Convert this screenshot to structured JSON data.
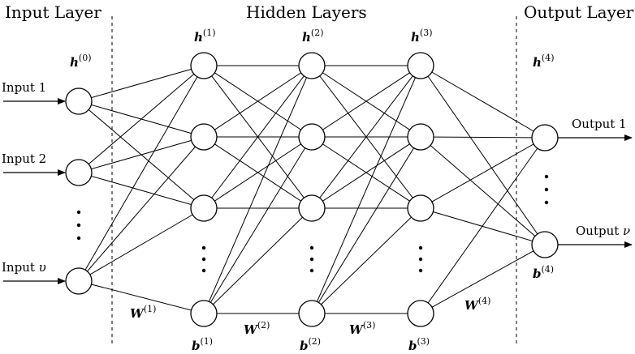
{
  "headers": {
    "input_layer": "Input Layer",
    "hidden_layers": "Hidden Layers",
    "output_layer": "Output Layer"
  },
  "inputs": [
    {
      "label": "Input 1",
      "sub": ""
    },
    {
      "label": "Input 2",
      "sub": ""
    },
    {
      "label": "Input ",
      "sub": "υ"
    }
  ],
  "outputs": [
    {
      "label": "Output 1",
      "sub": ""
    },
    {
      "label": "Output ",
      "sub": "ν"
    }
  ],
  "hidden_labels": [
    {
      "base": "h",
      "sup": "(0)"
    },
    {
      "base": "h",
      "sup": "(1)"
    },
    {
      "base": "h",
      "sup": "(2)"
    },
    {
      "base": "h",
      "sup": "(3)"
    },
    {
      "base": "h",
      "sup": "(4)"
    }
  ],
  "bias_labels": [
    {
      "base": "b",
      "sup": "(1)"
    },
    {
      "base": "b",
      "sup": "(2)"
    },
    {
      "base": "b",
      "sup": "(3)"
    },
    {
      "base": "b",
      "sup": "(4)"
    }
  ],
  "weight_labels": [
    {
      "base": "W",
      "sup": "(1)"
    },
    {
      "base": "W",
      "sup": "(2)"
    },
    {
      "base": "W",
      "sup": "(3)"
    },
    {
      "base": "W",
      "sup": "(4)"
    }
  ]
}
